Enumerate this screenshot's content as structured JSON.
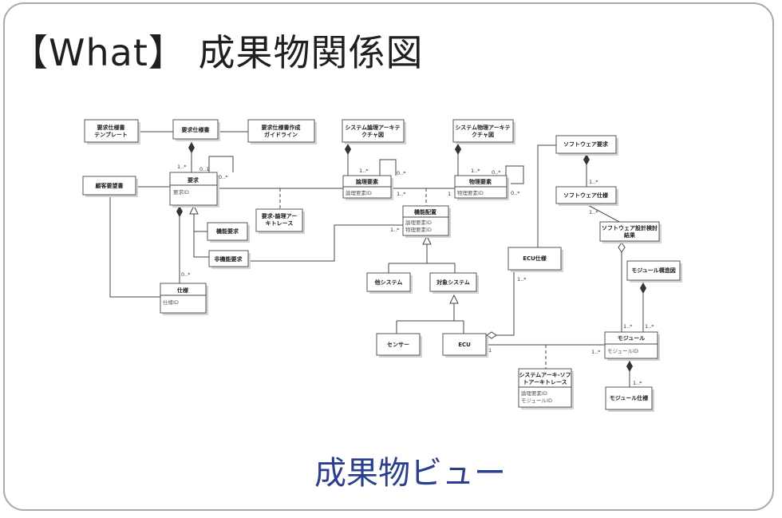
{
  "title": "【What】 成果物関係図",
  "caption": "成果物ビュー",
  "colors": {
    "caption": "#2b3f8f",
    "frame": "#a9a9a9",
    "line": "#444444"
  },
  "boxes": {
    "req_template": [
      "要求仕様書",
      "テンプレート"
    ],
    "req_spec_doc": [
      "要求仕様書"
    ],
    "req_guideline": [
      "要求仕様書作成",
      "ガイドライン"
    ],
    "customer_req": [
      "顧客要望書"
    ],
    "requirement": [
      "要求"
    ],
    "requirement_attr": [
      "要求ID"
    ],
    "func_req": [
      "機能要求"
    ],
    "nonfunc_req": [
      "非機能要求"
    ],
    "spec": [
      "仕様"
    ],
    "spec_attr": [
      "仕様ID"
    ],
    "req_logic_trace": [
      "要求-論理アー",
      "キトレース"
    ],
    "sys_logic_arch": [
      "システム論理アーキテ",
      "クチャ図"
    ],
    "logic_elem": [
      "論理要素"
    ],
    "logic_elem_attr": [
      "論理要素ID"
    ],
    "sys_phys_arch": [
      "システム物理アーキテ",
      "クチャ図"
    ],
    "phys_elem": [
      "物理要素"
    ],
    "phys_elem_attr": [
      "物理要素ID"
    ],
    "func_alloc": [
      "機能配置"
    ],
    "func_alloc_attr": [
      "論理要素ID",
      "物理要素ID"
    ],
    "other_system": [
      "他システム"
    ],
    "target_system": [
      "対象システム"
    ],
    "sensor": [
      "センサー"
    ],
    "ecu": [
      "ECU"
    ],
    "ecu_spec": [
      "ECU仕様"
    ],
    "sw_req": [
      "ソフトウェア要求"
    ],
    "sw_spec": [
      "ソフトウェア仕様"
    ],
    "sw_design": [
      "ソフトウェア設計検討",
      "結果"
    ],
    "module_struct": [
      "モジュール構造図"
    ],
    "module": [
      "モジュール"
    ],
    "module_attr": [
      "モジュールID"
    ],
    "sys_sw_trace": [
      "システムアーキ-ソフ",
      "トアーキトレース"
    ],
    "sys_sw_trace_attr": [
      "論理要素ID",
      "モジュールID"
    ],
    "module_spec": [
      "モジュール仕様"
    ]
  },
  "multiplicities": {
    "req_spec_to_req": "1..*",
    "req_self_a": "0..1",
    "req_self_b": "0..*",
    "req_spec_link": "0..*",
    "logic_many": "1..*",
    "logic_self": "0..*",
    "logic_phys": "1..*",
    "phys_many": "1..*",
    "phys_self": "0..*",
    "phys_one": "1",
    "phys_self_b": "0..*",
    "alloc_many": "1..*",
    "sw_req_many": "1..*",
    "sw_spec_many": "1..*",
    "ecu_spec_many": "1..*",
    "ecu_one": "1",
    "module_a": "1..*",
    "module_b": "1..*",
    "module_many": "1..*",
    "module_spec_many": "1..*"
  }
}
